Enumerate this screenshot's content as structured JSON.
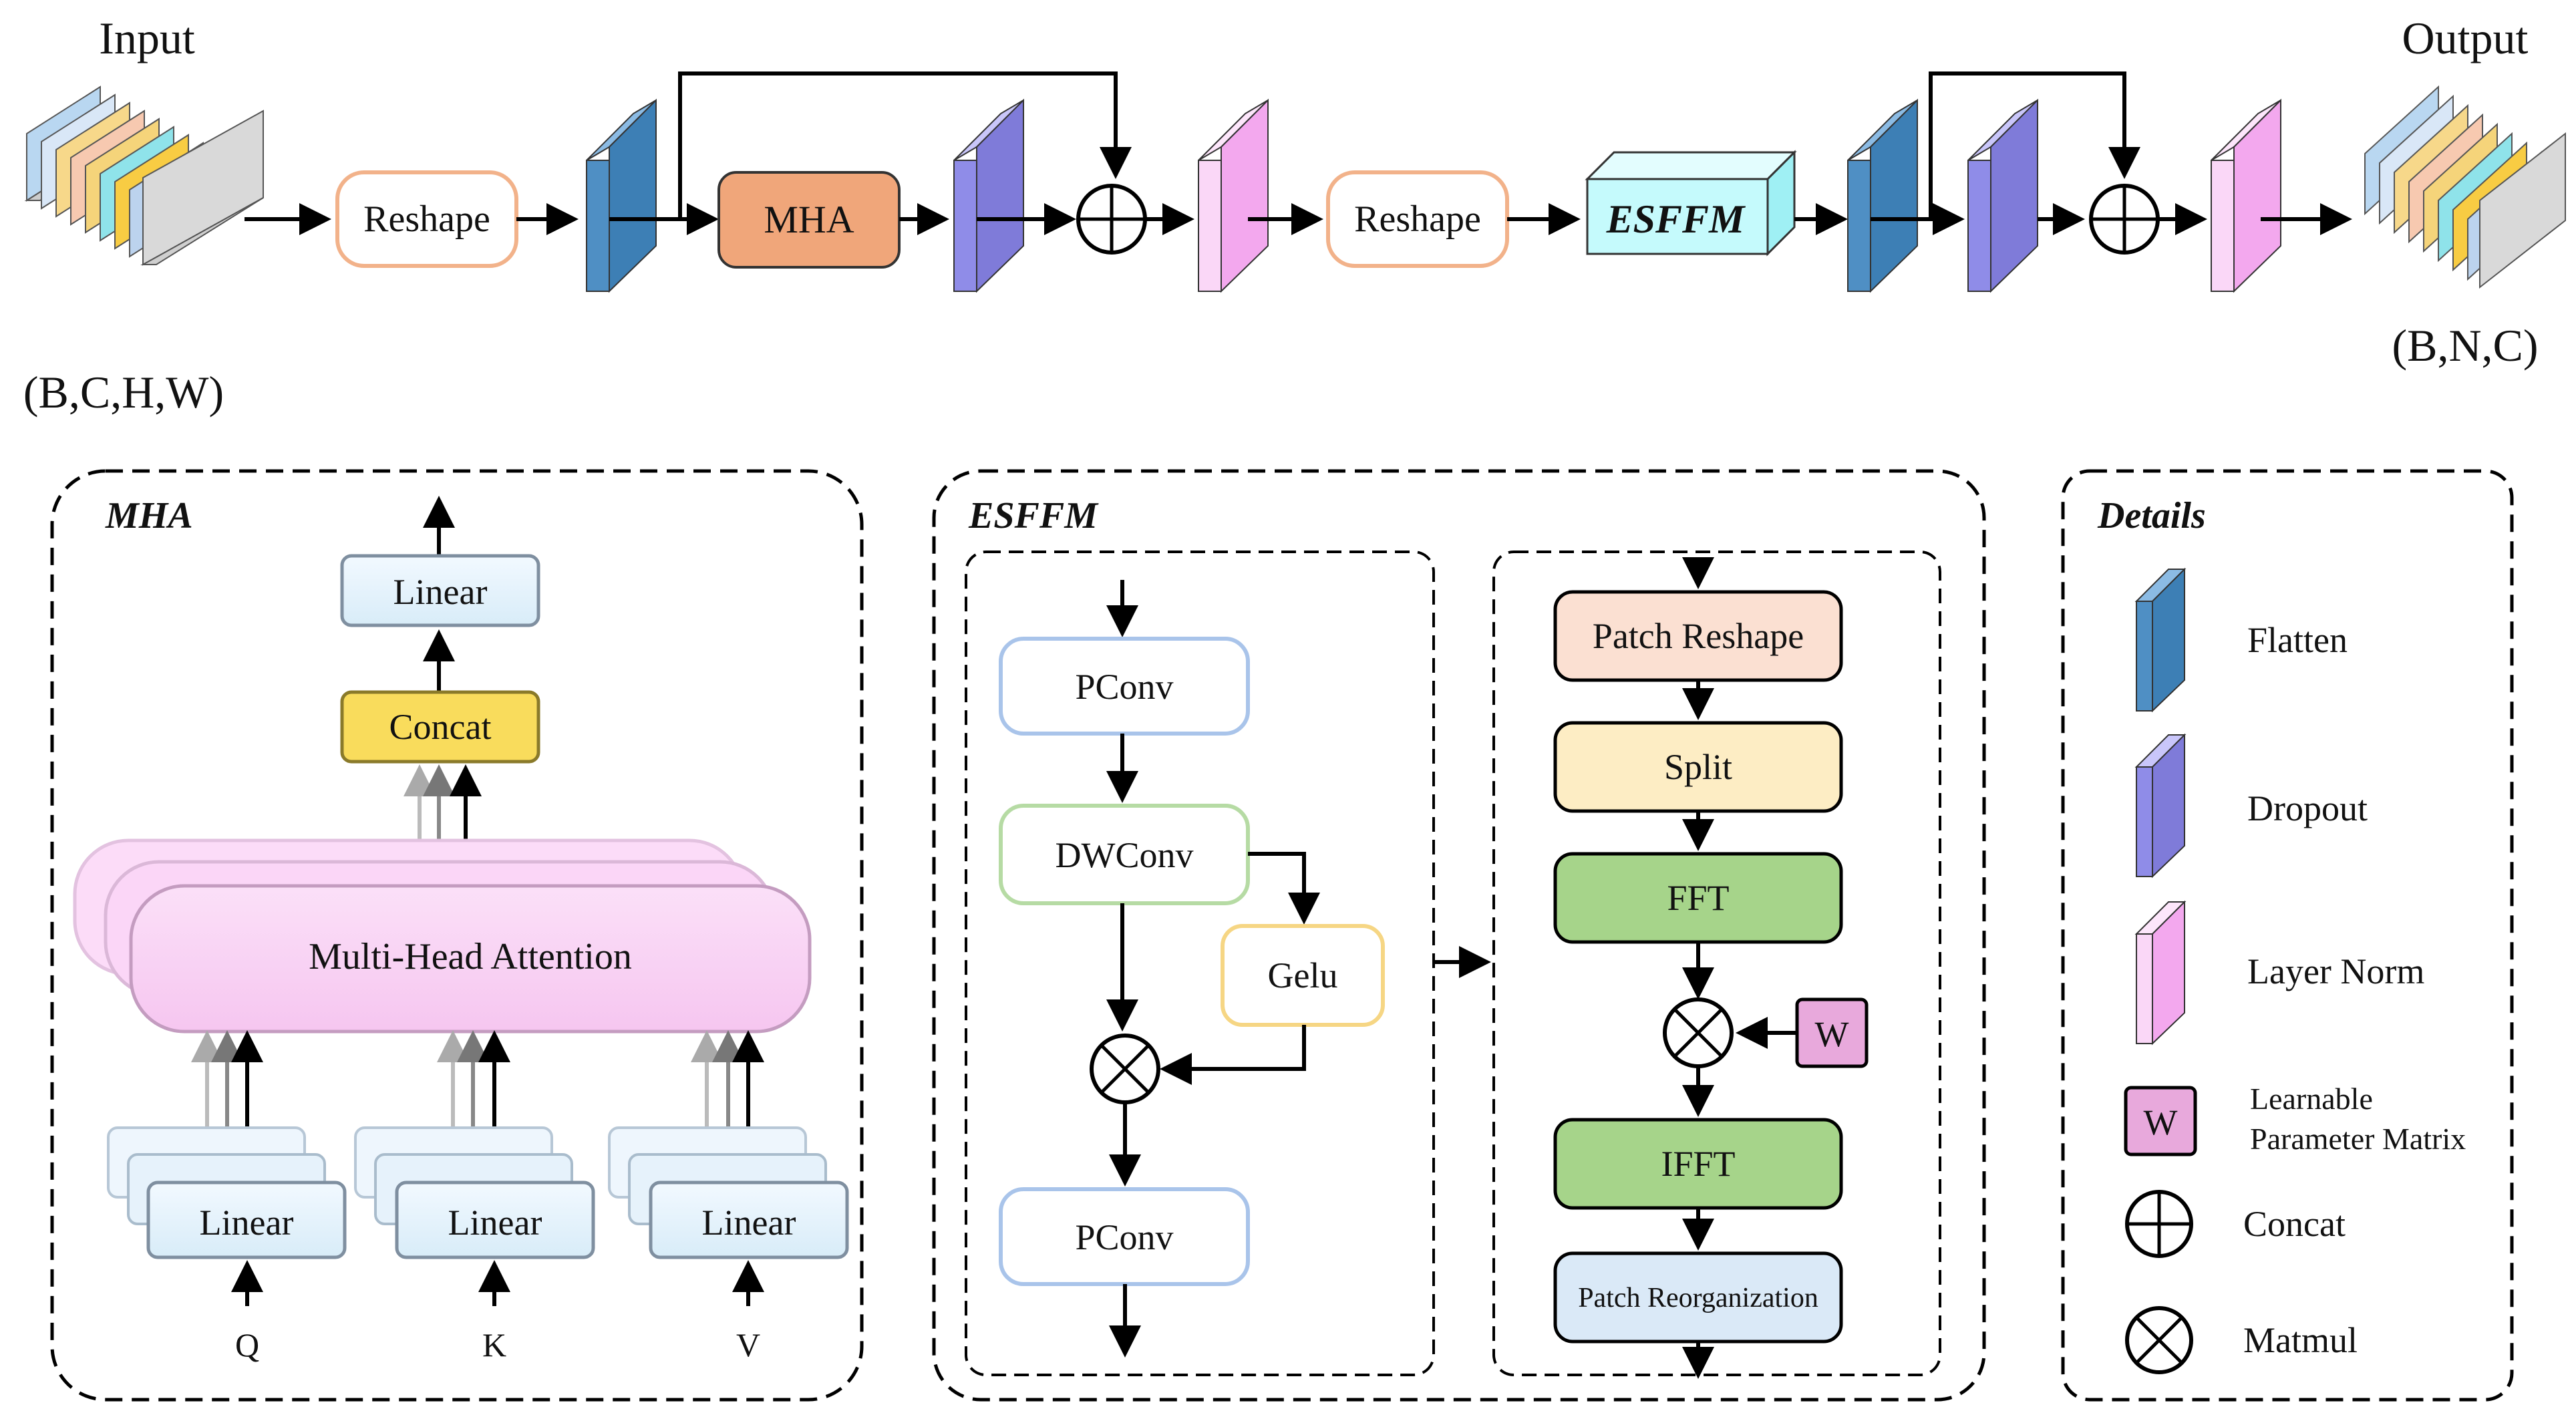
{
  "top": {
    "input_label": "Input",
    "output_label": "Output",
    "input_shape": "(B,C,H,W)",
    "output_shape": "(B,N,C)",
    "reshape_1": "Reshape",
    "mha_block": "MHA",
    "reshape_2": "Reshape",
    "esffm_block": "ESFFM"
  },
  "mha_panel": {
    "title": "MHA",
    "linear_out": "Linear",
    "concat": "Concat",
    "attention": "Multi-Head Attention",
    "linear_q": "Linear",
    "linear_k": "Linear",
    "linear_v": "Linear",
    "q": "Q",
    "k": "K",
    "v": "V"
  },
  "esffm_panel": {
    "title": "ESFFM",
    "pconv_1": "PConv",
    "dwconv": "DWConv",
    "gelu": "Gelu",
    "pconv_2": "PConv",
    "patch_reshape": "Patch Reshape",
    "split": "Split",
    "fft": "FFT",
    "w": "W",
    "ifft": "IFFT",
    "patch_reorg": "Patch Reorganization"
  },
  "details": {
    "title": "Details",
    "flatten": "Flatten",
    "dropout": "Dropout",
    "layer_norm": "Layer Norm",
    "w_symbol": "W",
    "learnable_1": "Learnable",
    "learnable_2": "Parameter Matrix",
    "concat": "Concat",
    "matmul": "Matmul"
  },
  "colors": {
    "flatten": "#4f8fc4",
    "dropout": "#8f8ce8",
    "layer_norm": "#f6bdf2",
    "mha_fill": "#f0a67a",
    "esffm_fill": "#c5fafc",
    "concat_fill": "#f9dc5c",
    "attention_fill": "#fad2f5",
    "fft_fill": "#a6d48a",
    "split_fill": "#fdedc4",
    "patch_reshape_fill": "#fbe0d2",
    "patch_reorg_fill": "#dae9f7",
    "w_fill": "#e8a9dc"
  }
}
